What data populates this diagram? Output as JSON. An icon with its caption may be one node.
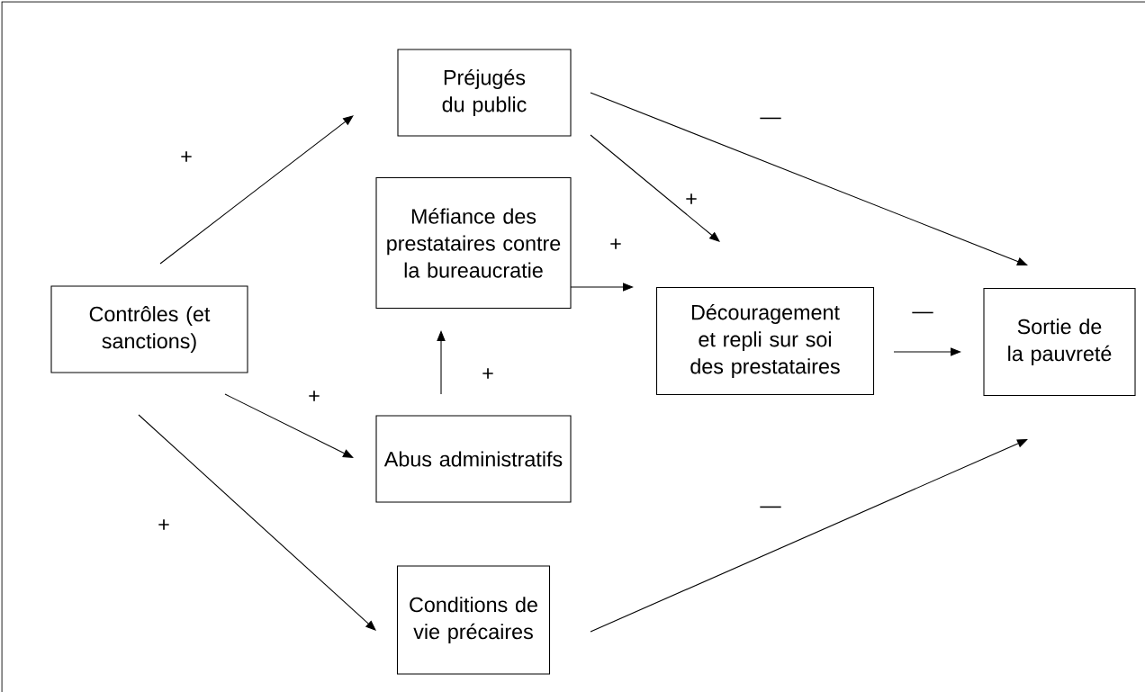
{
  "diagram": {
    "nodes": [
      {
        "text": [
          "Contrôles (et sanctions)"
        ]
      },
      {
        "text": [
          "Préjugés du public"
        ]
      },
      {
        "text": [
          "Méfiance des prestataires contre la bureaucratie"
        ]
      },
      {
        "text": [
          "Découragement et repli sur soi des prestataires"
        ]
      },
      {
        "text": [
          "Sortie de la pauvreté"
        ]
      },
      {
        "text": [
          "Abus administratifs"
        ]
      },
      {
        "text": [
          "Conditions de vie précaires"
        ]
      }
    ],
    "edges": [
      {
        "from": 0,
        "to": 1,
        "arrow": "to",
        "label": "+"
      },
      {
        "from": 1,
        "to": 3,
        "arrow": "to",
        "label": "+"
      },
      {
        "from": 1,
        "to": 4,
        "arrow": "to",
        "label": "—"
      },
      {
        "from": 2,
        "to": 3,
        "arrow": "to",
        "label": "+"
      },
      {
        "from": 3,
        "to": 4,
        "arrow": "to",
        "label": "—"
      },
      {
        "from": 5,
        "to": 2,
        "arrow": "to",
        "label": "+"
      },
      {
        "from": 0,
        "to": 5,
        "arrow": "to",
        "label": "+"
      },
      {
        "from": 0,
        "to": 6,
        "arrow": "to",
        "label": "+"
      },
      {
        "from": 6,
        "to": 4,
        "arrow": "to",
        "label": "—"
      }
    ]
  }
}
